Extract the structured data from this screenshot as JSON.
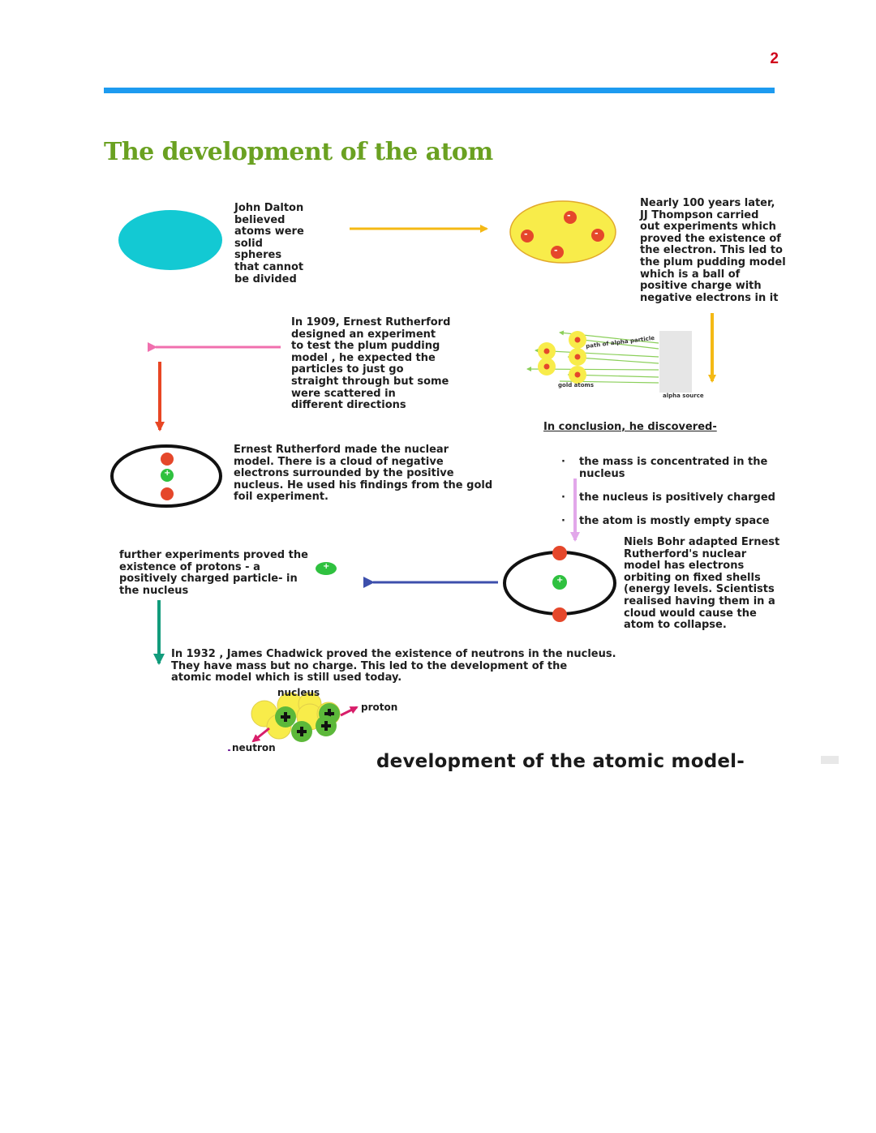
{
  "header": {
    "page_number": "2",
    "title": "The development of the atom"
  },
  "steps": {
    "dalton": "John Dalton\nbelieved\natoms were\nsolid\nspheres\nthat cannot\nbe divided",
    "thompson": "Nearly 100 years later,\nJJ Thompson carried\nout experiments which\nproved the existence of\nthe electron. This led to\nthe plum pudding model\nwhich is a ball of\npositive charge with\nnegative electrons in it",
    "rutherford_experiment": "In 1909, Ernest Rutherford\ndesigned an experiment\nto test the plum pudding\nmodel , he expected the\nparticles to just go\nstraight through but some\nwere scattered in\ndifferent directions",
    "rutherford_model": "Ernest Rutherford made the nuclear\nmodel. There is a cloud of negative\nelectrons surrounded by the positive\nnucleus. He used his findings from the gold\nfoil experiment.",
    "protons": "further experiments proved the\nexistence of protons - a\npositively charged particle- in\nthe nucleus",
    "bohr": "Niels Bohr adapted Ernest\nRutherford's nuclear\nmodel has electrons\norbiting on fixed shells\n(energy levels. Scientists\nrealised having them in a\ncloud would cause the\natom to collapse.",
    "chadwick": "In 1932 , James Chadwick proved the existence of neutrons in the nucleus.\nThey have mass but no charge. This led to the development of the\natomic model which is still used today."
  },
  "conclusion": {
    "heading": "In conclusion, he discovered-",
    "items": [
      "the mass is concentrated in the\nnucleus",
      "the nucleus is positively charged",
      "the atom is mostly empty space"
    ]
  },
  "experiment_labels": {
    "path": "path of alpha particle",
    "gold": "gold atoms",
    "source": "alpha source"
  },
  "nucleus_labels": {
    "nucleus": "nucleus",
    "proton": "proton",
    "neutron": "neutron"
  },
  "symbols": {
    "minus": "-",
    "plus": "+"
  },
  "caption": "development of the atomic model-",
  "colors": {
    "title_green": "#6aa121",
    "rule_blue": "#1d9bf0",
    "page_number_red": "#d0021b",
    "dalton_cyan": "#13c9d3",
    "pudding_yellow": "#f8ec4a",
    "electron_red": "#e5472b",
    "proton_green": "#2fc13f",
    "arrow_gold": "#f4b915",
    "arrow_pink": "#f06fae",
    "arrow_red": "#e84624",
    "arrow_lilac": "#e2a7ea",
    "arrow_blue": "#3d4fac",
    "arrow_teal": "#129c7c",
    "arrow_magenta": "#d81e6a"
  }
}
